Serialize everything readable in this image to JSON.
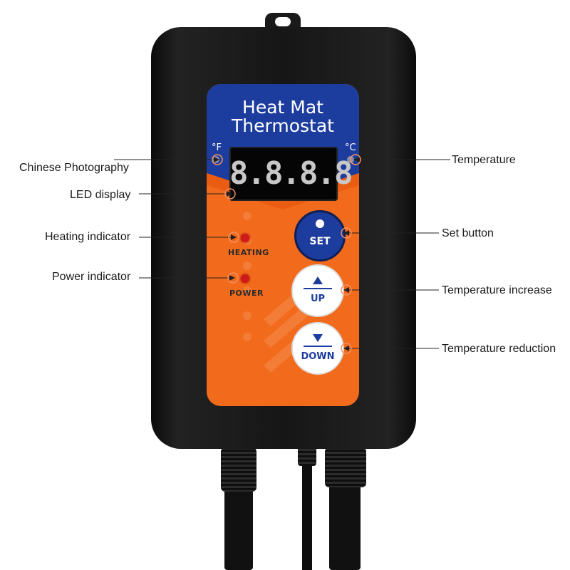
{
  "device": {
    "title_line1": "Heat Mat",
    "title_line2": "Thermostat",
    "unit_f": "°F",
    "unit_c": "°C",
    "display_value": "8.8.8.8",
    "heating_label": "HEATING",
    "power_label": "POWER",
    "set_label": "SET",
    "up_label": "UP",
    "down_label": "DOWN",
    "colors": {
      "body": "#151515",
      "panel_orange": "#f26a1b",
      "panel_blue": "#1d3d9e",
      "led_red": "#d11a1a",
      "button_text": "#1d3d9e"
    }
  },
  "callouts": {
    "chinese_photography": "Chinese Photography",
    "led_display": "LED display",
    "heating_indicator": "Heating indicator",
    "power_indicator": "Power indicator",
    "temperature": "Temperature",
    "set_button": "Set button",
    "temperature_increase": "Temperature increase",
    "temperature_reduction": "Temperature reduction"
  }
}
